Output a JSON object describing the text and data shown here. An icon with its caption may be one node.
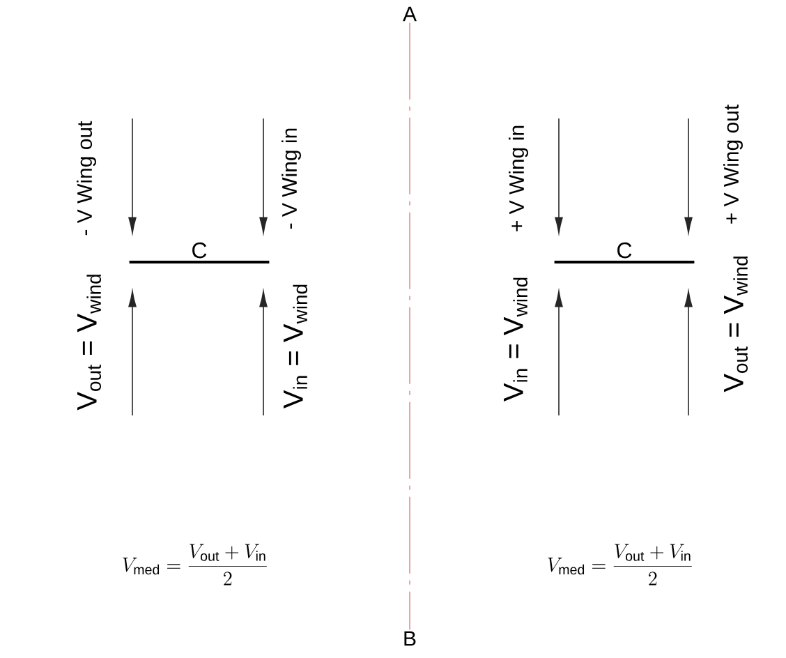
{
  "diagram": {
    "nodes": [
      {
        "text": [
          "A"
        ]
      },
      {
        "text": [
          "C"
        ]
      },
      {
        "text": [
          "C"
        ]
      },
      {
        "text": [
          "B"
        ]
      }
    ],
    "edges": [
      {
        "from": 0,
        "to": 3,
        "arrow": "none",
        "style": "dashed",
        "color": "#cc1a1a"
      },
      {
        "from": null,
        "to": 1,
        "arrow": "to",
        "label": "- V Wing out"
      },
      {
        "from": null,
        "to": 1,
        "arrow": "to",
        "label": "V$_{out}$ = V$_{wind}$"
      },
      {
        "from": null,
        "to": 1,
        "arrow": "to",
        "label": "- V Wing in"
      },
      {
        "from": null,
        "to": 1,
        "arrow": "to",
        "label": "V$_{in}$ = V$_{wind}$"
      },
      {
        "from": null,
        "to": 2,
        "arrow": "to",
        "label": "+ V Wing in"
      },
      {
        "from": null,
        "to": 2,
        "arrow": "to",
        "label": "V$_{in}$ = V$_{wind}$"
      },
      {
        "from": null,
        "to": 2,
        "arrow": "to",
        "label": "+ V Wing out"
      },
      {
        "from": null,
        "to": 2,
        "arrow": "to",
        "label": "V$_{out}$ = V$_{wind}$"
      }
    ],
    "labels": [
      "V_{\\mathrm{med}} = \\frac{V_{\\mathrm{out}} + V_{\\mathrm{in}}}{2}",
      "V_{\\mathrm{med}} = \\frac{V_{\\mathrm{out}} + V_{\\mathrm{in}}}{2}"
    ]
  }
}
